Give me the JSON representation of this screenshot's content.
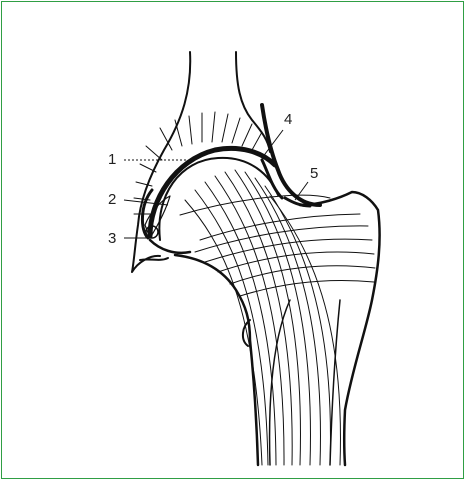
{
  "colors": {
    "border": "#2f9e44",
    "ink": "#111111"
  },
  "labels": [
    "1",
    "2",
    "3",
    "4",
    "5"
  ]
}
